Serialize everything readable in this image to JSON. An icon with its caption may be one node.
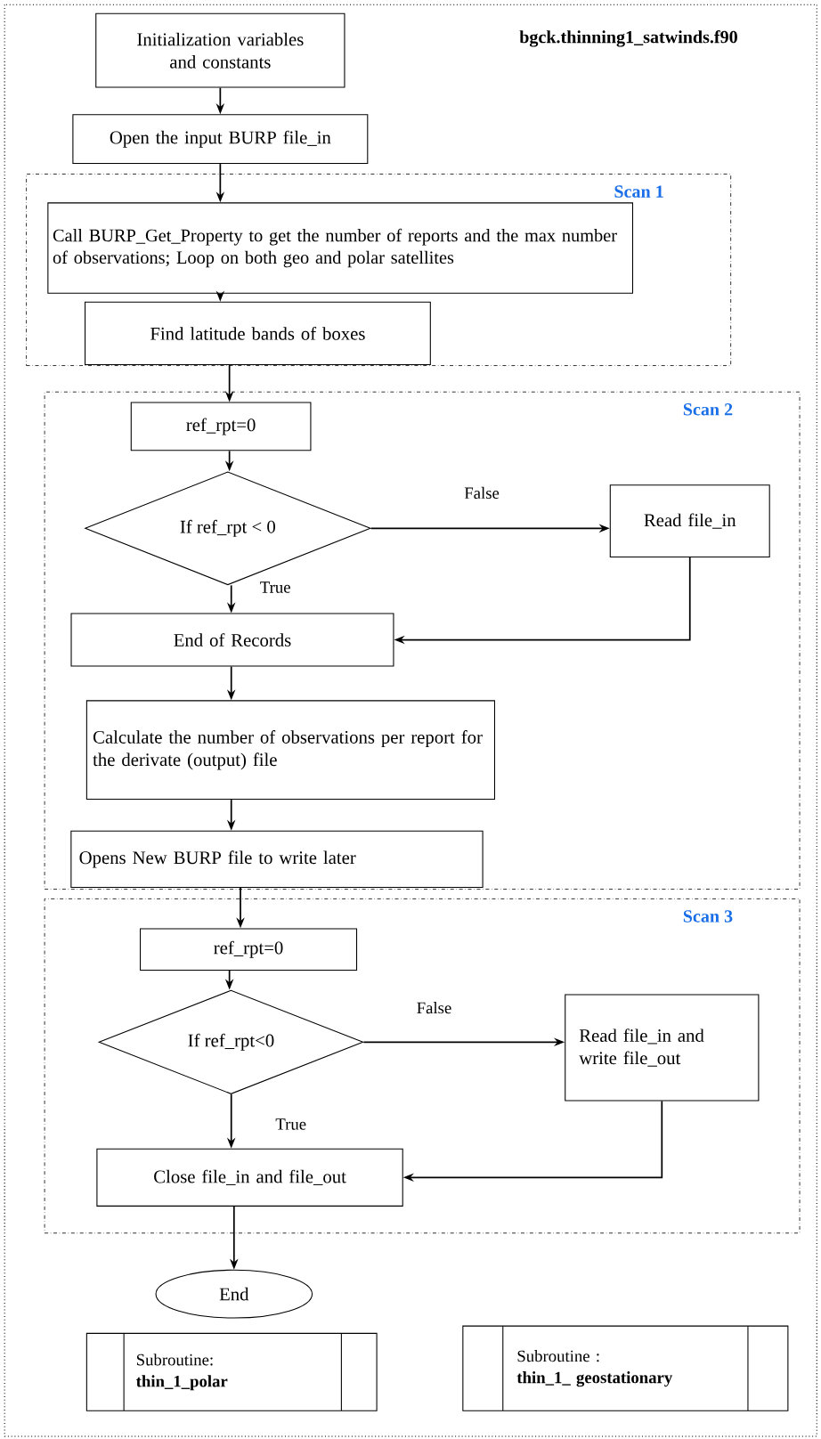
{
  "diagram": {
    "title": "bgck.thinning1_satwinds.f90",
    "nodes": [
      {
        "text": [
          "Initialization variables and constants"
        ]
      },
      {
        "text": [
          "Open the input BURP file_in"
        ]
      },
      {
        "text": [
          "Scan 1"
        ]
      },
      {
        "text": [
          "Call BURP_Get_Property to get the number of reports and the max number of observations; Loop on both geo and polar satellites"
        ],
        "in": 2
      },
      {
        "text": [
          "Find latitude bands of boxes"
        ],
        "in": 2
      },
      {
        "text": [
          "Scan 2"
        ]
      },
      {
        "text": [
          "ref_rpt=0"
        ],
        "in": 5
      },
      {
        "text": [
          "If ref_rpt < 0"
        ],
        "in": 5
      },
      {
        "text": [
          "Read file_in"
        ],
        "in": 5
      },
      {
        "text": [
          "End of Records"
        ],
        "in": 5
      },
      {
        "text": [
          "Calculate the number of observations per report for the derivate (output) file"
        ],
        "in": 5
      },
      {
        "text": [
          "Opens New BURP file to write later"
        ],
        "in": 5
      },
      {
        "text": [
          "Scan 3"
        ]
      },
      {
        "text": [
          "ref_rpt=0"
        ],
        "in": 12
      },
      {
        "text": [
          "If ref_rpt<0"
        ],
        "in": 12
      },
      {
        "text": [
          "Read file_in and write file_out"
        ],
        "in": 12
      },
      {
        "text": [
          "Close file_in and file_out"
        ],
        "in": 12
      },
      {
        "text": [
          "End"
        ]
      },
      {
        "text": [
          "Subroutine:",
          "thin_1_polar"
        ]
      },
      {
        "text": [
          "Subroutine :",
          "thin_1_ geostationary"
        ]
      }
    ],
    "edges": [
      {
        "from": 0,
        "to": 1,
        "arrow": "to"
      },
      {
        "from": 1,
        "to": 3,
        "arrow": "to"
      },
      {
        "from": 3,
        "to": 4,
        "arrow": "to"
      },
      {
        "from": 4,
        "to": 6,
        "arrow": "to"
      },
      {
        "from": 6,
        "to": 7,
        "arrow": "to"
      },
      {
        "from": 7,
        "to": 9,
        "arrow": "to",
        "label": "True"
      },
      {
        "from": 7,
        "to": 8,
        "arrow": "to",
        "label": "False"
      },
      {
        "from": 8,
        "to": 9,
        "arrow": "to"
      },
      {
        "from": 9,
        "to": 10,
        "arrow": "to"
      },
      {
        "from": 10,
        "to": 11,
        "arrow": "to"
      },
      {
        "from": 11,
        "to": 13,
        "arrow": "to"
      },
      {
        "from": 13,
        "to": 14,
        "arrow": "to"
      },
      {
        "from": 14,
        "to": 16,
        "arrow": "to",
        "label": "True"
      },
      {
        "from": 14,
        "to": 15,
        "arrow": "to",
        "label": "False"
      },
      {
        "from": 15,
        "to": 16,
        "arrow": "to"
      },
      {
        "from": 16,
        "to": 17,
        "arrow": "to"
      }
    ]
  }
}
